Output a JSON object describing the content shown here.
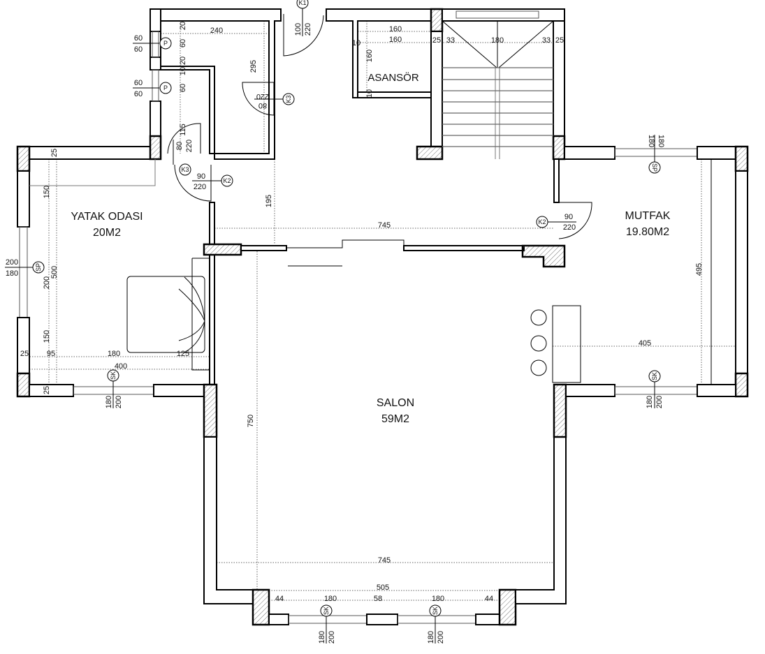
{
  "rooms": {
    "bedroom": {
      "name": "YATAK ODASI",
      "area": "20M2"
    },
    "kitchen": {
      "name": "MUTFAK",
      "area": "19.80M2"
    },
    "living": {
      "name": "SALON",
      "area": "59M2"
    },
    "elevator": {
      "name": "ASANSÖR"
    }
  },
  "tags": {
    "k1": "K1",
    "k2": "K2",
    "k3": "K3",
    "p": "P",
    "sp": "SP",
    "sk": "SK"
  },
  "wc": {
    "width": "240",
    "depth": "295",
    "v20a": "20",
    "v60a": "60",
    "v20b": "20",
    "v10": "10",
    "v60b": "60",
    "v115": "115",
    "win1_w": "60",
    "win1_h": "60",
    "win2_w": "60",
    "win2_h": "60"
  },
  "doors": {
    "k1_w": "100",
    "k1_h": "220",
    "k3a_w": "80",
    "k3a_h": "220",
    "k3b_w": "80",
    "k3b_h": "220",
    "k2a_w": "90",
    "k2a_h": "220",
    "k2b_w": "90",
    "k2b_h": "220"
  },
  "elevator_dims": {
    "w1": "160",
    "w2": "160",
    "d": "160",
    "t1": "10",
    "t2": "10"
  },
  "stair_dims": [
    "25",
    "33",
    "180",
    "33",
    "25"
  ],
  "corridor": {
    "depth": "195",
    "width": "745"
  },
  "bedroom_dims": {
    "top25": "25",
    "v150a": "150",
    "v500": "500",
    "v200": "200",
    "v150b": "150",
    "bot25": "25",
    "h25": "25",
    "h95": "95",
    "h180": "180",
    "h125": "125",
    "h400": "400",
    "win_left_w": "200",
    "win_left_h": "180",
    "win_bot_w": "180",
    "win_bot_h": "200"
  },
  "kitchen_dims": {
    "win_top_a": "180",
    "win_top_b": "180",
    "depth": "495",
    "width": "405",
    "win_bot_w": "180",
    "win_bot_h": "200"
  },
  "living_dims": {
    "depth": "750",
    "width": "745",
    "front": "505",
    "seg": [
      "44",
      "180",
      "58",
      "180",
      "44"
    ],
    "win1_w": "180",
    "win1_h": "200",
    "win2_w": "180",
    "win2_h": "200"
  }
}
